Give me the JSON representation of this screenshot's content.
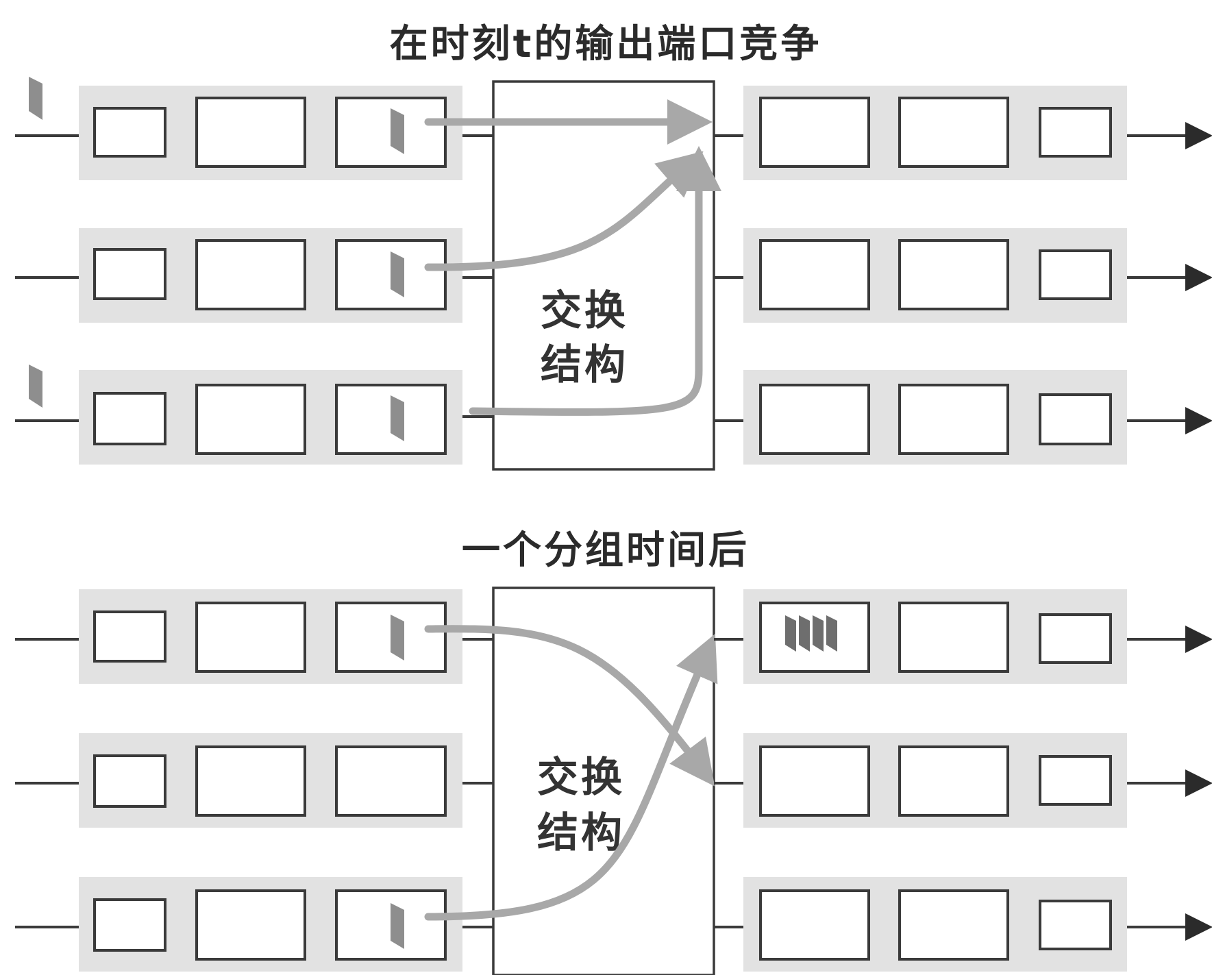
{
  "panels": [
    {
      "id": "top",
      "title": "在时刻t的输出端口竞争",
      "fabric_label_line1": "交换",
      "fabric_label_line2": "结构"
    },
    {
      "id": "bottom",
      "title": "一个分组时间后",
      "fabric_label_line1": "交换",
      "fabric_label_line2": "结构"
    }
  ],
  "colors": {
    "band": "#e2e2e2",
    "route": "#a8a8a8",
    "packet": "#8e8e8e",
    "outline": "#3a3a3a"
  }
}
